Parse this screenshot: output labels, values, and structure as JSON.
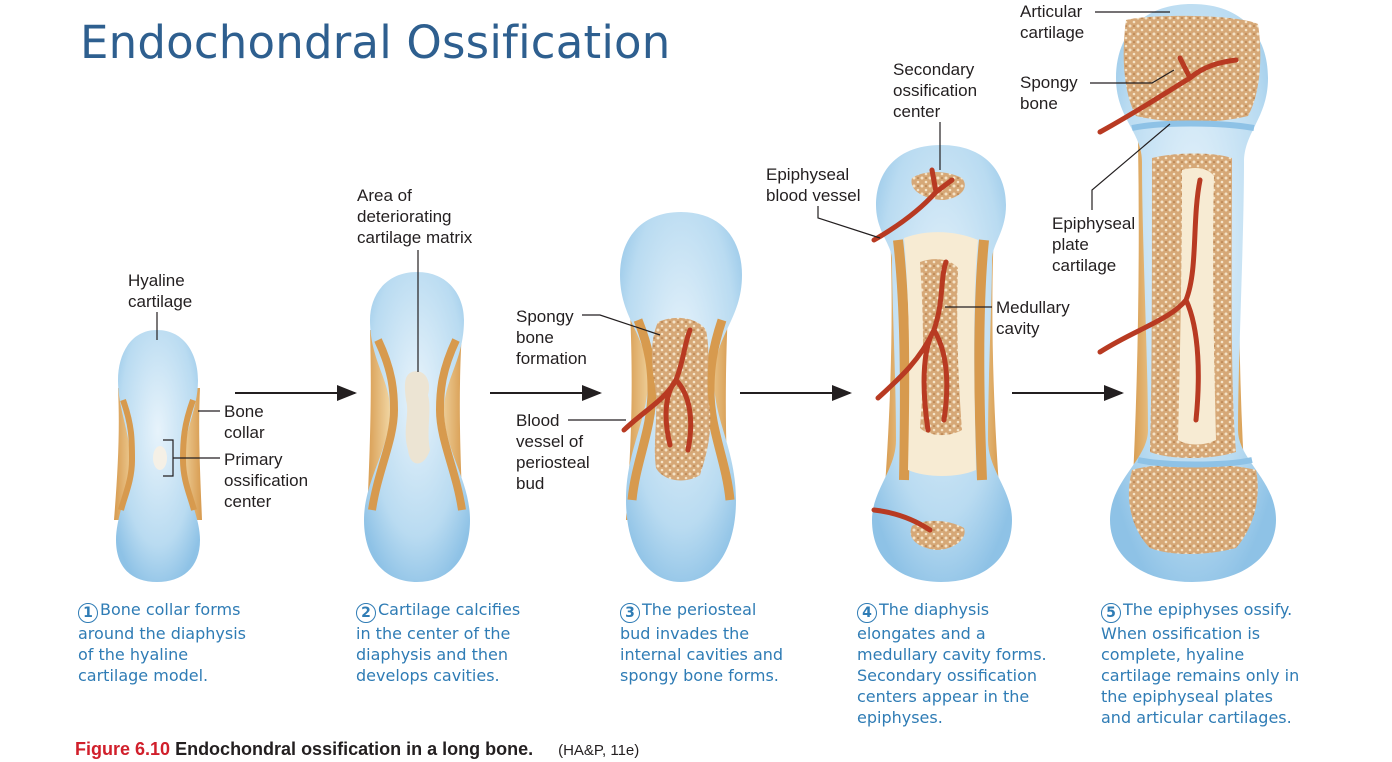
{
  "title": "Endochondral Ossification",
  "labels": {
    "hyaline_cartilage": "Hyaline\ncartilage",
    "bone_collar": "Bone\ncollar",
    "primary_center": "Primary\nossification\ncenter",
    "deteriorating_matrix": "Area of\ndeteriorating\ncartilage matrix",
    "spongy_formation": "Spongy\nbone\nformation",
    "blood_vessel_bud": "Blood\nvessel of\nperiosteal\nbud",
    "secondary_center": "Secondary\nossification\ncenter",
    "epiphyseal_vessel": "Epiphyseal\nblood vessel",
    "medullary_cavity": "Medullary\ncavity",
    "articular_cartilage": "Articular\ncartilage",
    "spongy_bone": "Spongy\nbone",
    "epiphyseal_plate": "Epiphyseal\nplate\ncartilage"
  },
  "steps": [
    {
      "num": "1",
      "lines": [
        "Bone collar forms",
        "around the diaphysis",
        "of the hyaline",
        "cartilage model."
      ]
    },
    {
      "num": "2",
      "lines": [
        "Cartilage calcifies",
        "in the center of the",
        "diaphysis and then",
        "develops cavities."
      ]
    },
    {
      "num": "3",
      "lines": [
        "The periosteal",
        "bud invades the",
        "internal cavities and",
        "spongy bone forms."
      ]
    },
    {
      "num": "4",
      "lines": [
        "The diaphysis",
        "elongates and a",
        "medullary cavity forms.",
        "Secondary ossification",
        "centers appear in the",
        "epiphyses."
      ]
    },
    {
      "num": "5",
      "lines": [
        "The epiphyses ossify.",
        "When ossification is",
        "complete, hyaline",
        "cartilage remains only in",
        "the epiphyseal plates",
        "and articular cartilages."
      ]
    }
  ],
  "figure_caption": {
    "number": "Figure 6.10",
    "title": "Endochondral ossification in a long bone.",
    "source": "(HA&P, 11e)"
  },
  "colors": {
    "title": "#2e5f8f",
    "caption": "#2f7cb5",
    "figure_number": "#d11f2b",
    "cartilage": "#b9dbf1",
    "bone_collar": "#e2b26a",
    "spongy_bone": "#d9b08a",
    "blood_vessel": "#b83a22"
  }
}
